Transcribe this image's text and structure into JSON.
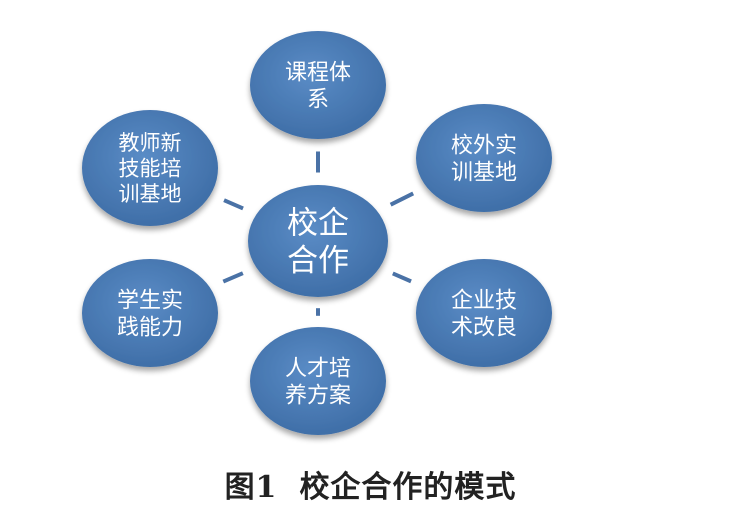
{
  "center": {
    "lines": [
      "校企",
      "合作"
    ]
  },
  "nodes": [
    {
      "id": "course-system",
      "lines": [
        "课程体",
        "系"
      ]
    },
    {
      "id": "off-campus-base",
      "lines": [
        "校外实",
        "训基地"
      ]
    },
    {
      "id": "enterprise-tech",
      "lines": [
        "企业技",
        "术改良"
      ]
    },
    {
      "id": "talent-plan",
      "lines": [
        "人才培",
        "养方案"
      ]
    },
    {
      "id": "student-practice",
      "lines": [
        "学生实",
        "践能力"
      ]
    },
    {
      "id": "teacher-training",
      "lines": [
        "教师新",
        "技能培",
        "训基地"
      ]
    }
  ],
  "caption": {
    "figure_number": "图1",
    "title": "校企合作的模式"
  },
  "colors": {
    "node_fill": "#4F81BD",
    "node_fill_dark": "#3E6EA8",
    "connector": "#4A72A6",
    "text": "#ffffff"
  }
}
